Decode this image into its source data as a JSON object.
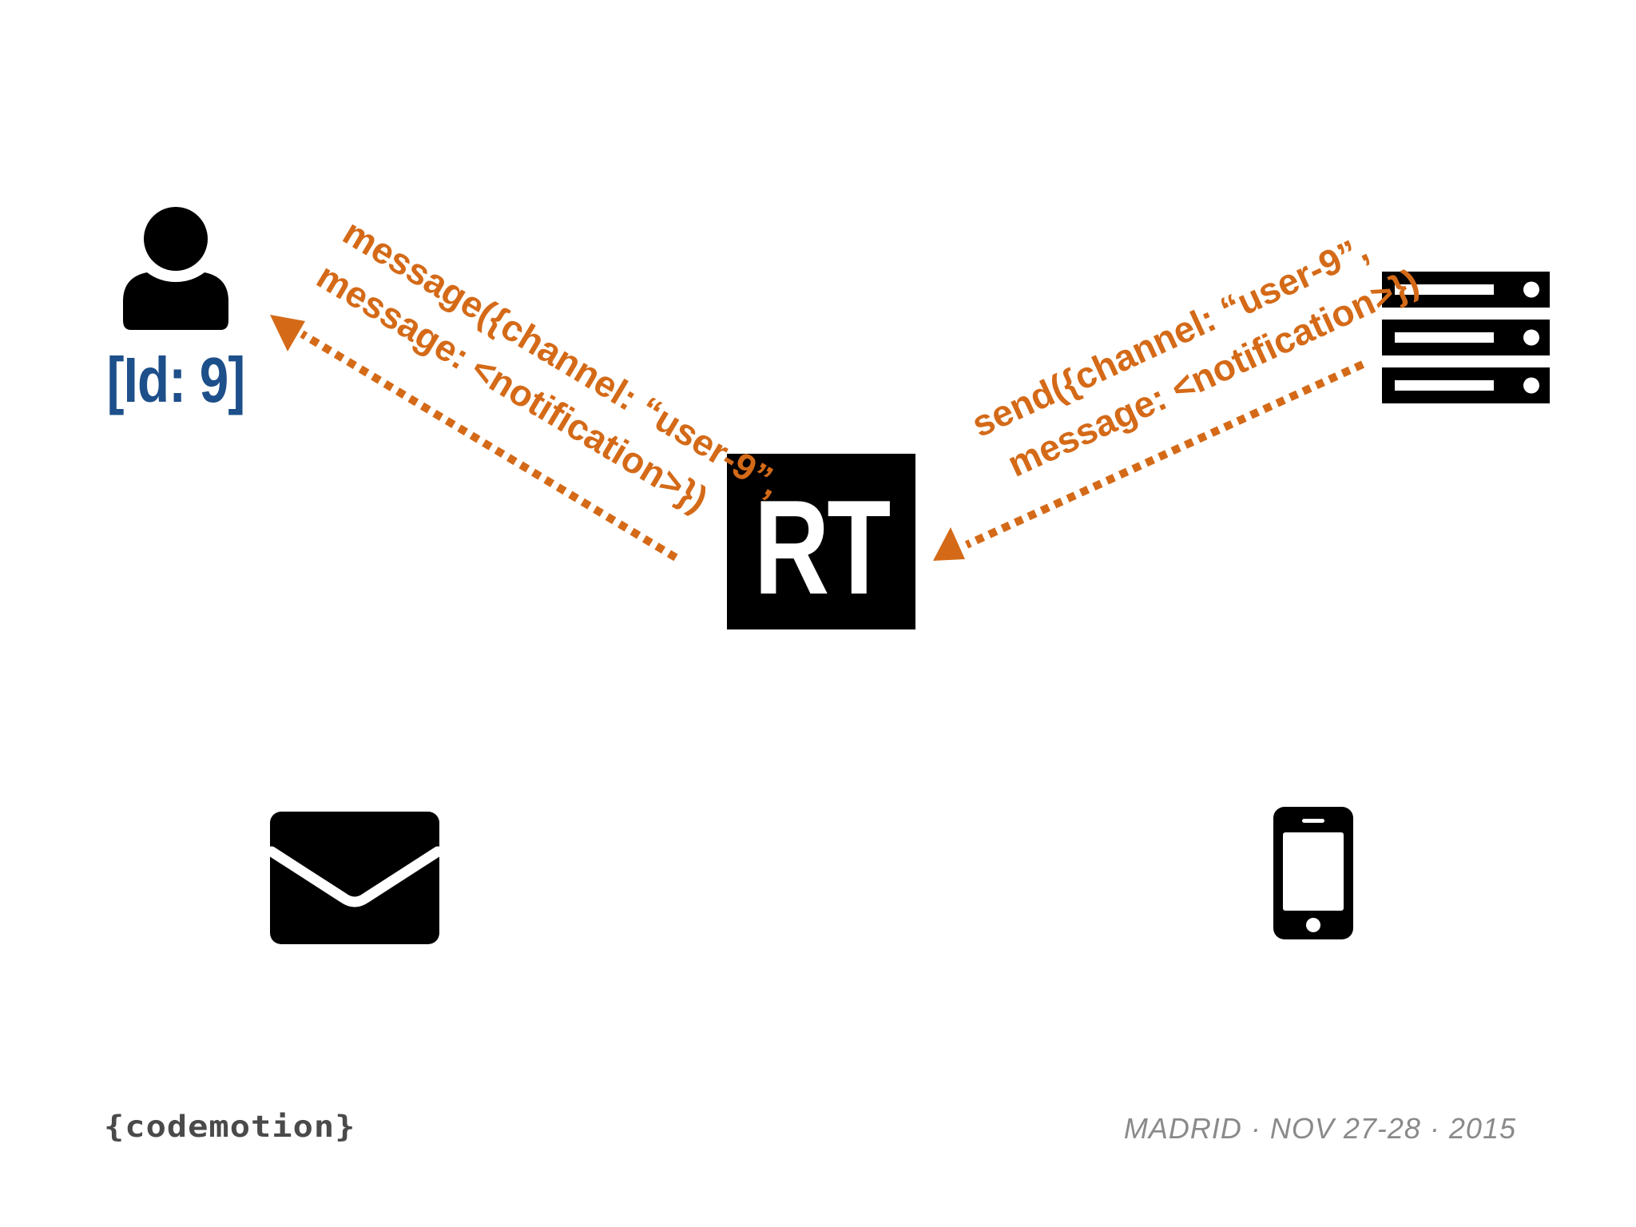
{
  "colors": {
    "accent": "#d46a18",
    "user_id": "#1d4f8a",
    "icon": "#000000",
    "background": "#ffffff",
    "footer_text": "#8a8a8a",
    "logo_text": "#4a4a4a"
  },
  "user": {
    "icon": "user-icon",
    "id_label": "[Id: 9]"
  },
  "hub": {
    "label": "RT"
  },
  "server": {
    "icon": "server-rack-icon"
  },
  "outbound_message": {
    "line1": "message({channel: “user-9”,",
    "line2": "message: <notification>})"
  },
  "inbound_message": {
    "line1": "send({channel: “user-9”,",
    "line2": "message: <notification>})"
  },
  "channels": {
    "email_icon": "envelope-icon",
    "mobile_icon": "smartphone-icon"
  },
  "footer": {
    "logo": "{codemotion}",
    "event": "MADRID · NOV 27-28 · 2015"
  }
}
